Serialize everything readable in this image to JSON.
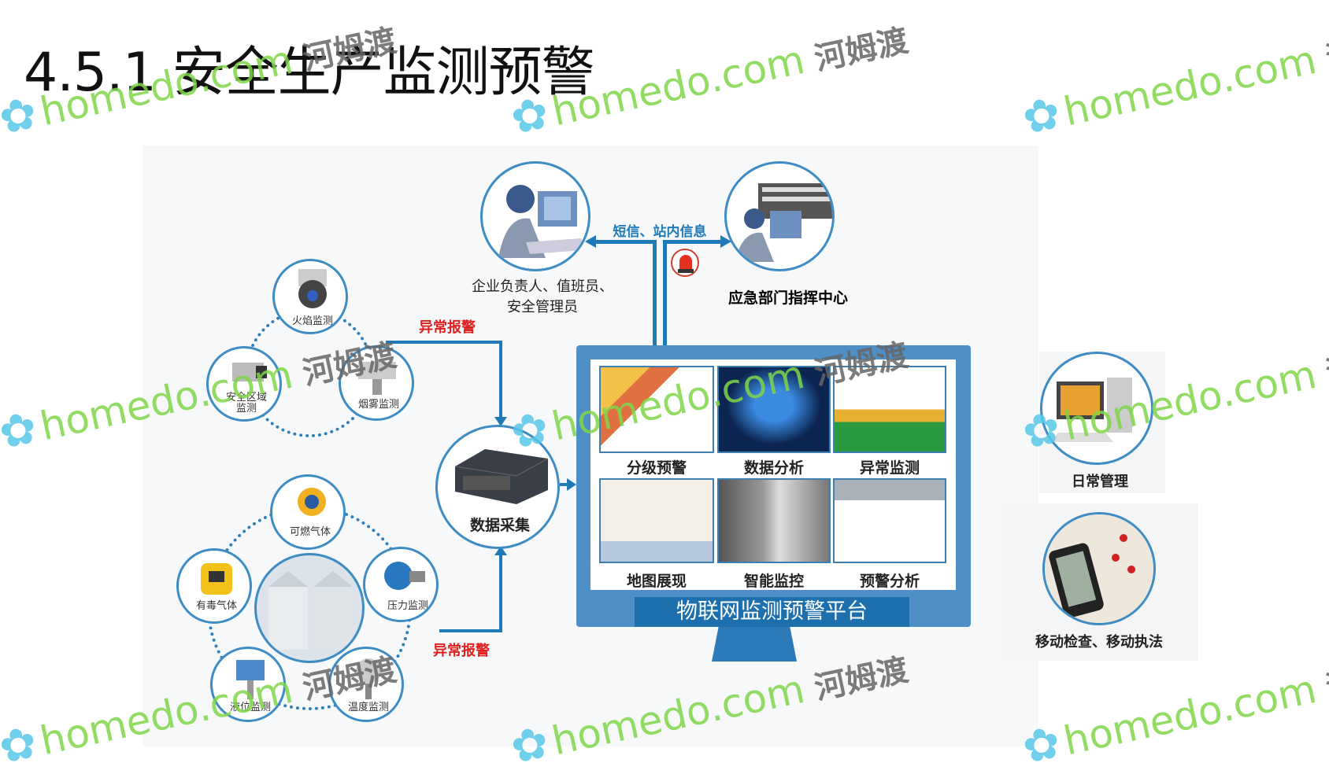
{
  "title": "4.5.1 安全生产监测预警",
  "people": {
    "enterprise_label_line1": "企业负责人、值班员、",
    "enterprise_label_line2": "安全管理员",
    "emergency_label": "应急部门指挥中心",
    "notify_label": "短信、站内信息"
  },
  "alarm_labels": {
    "top": "异常报警",
    "bottom": "异常报警"
  },
  "top_sensors": [
    {
      "label": "火焰监测"
    },
    {
      "label": "安全区域\n监测"
    },
    {
      "label": "烟雾监测"
    }
  ],
  "bottom_sensors": [
    {
      "label": "可燃气体"
    },
    {
      "label": "有毒气体"
    },
    {
      "label": "压力监测"
    },
    {
      "label": "液位监测"
    },
    {
      "label": "温度监测"
    }
  ],
  "collector": {
    "label": "数据采集"
  },
  "platform": {
    "title": "物联网监测预警平台",
    "tiles": [
      {
        "label": "分级预警"
      },
      {
        "label": "数据分析"
      },
      {
        "label": "异常监测"
      },
      {
        "label": "地图展现"
      },
      {
        "label": "智能监控"
      },
      {
        "label": "预警分析"
      }
    ]
  },
  "right": {
    "daily": "日常管理",
    "mobile": "移动检查、移动执法"
  },
  "watermark": {
    "text": "homedo.com",
    "cn": "河姆渡"
  },
  "colors": {
    "accent": "#1f7ab8",
    "alarm": "#e02020",
    "band": "#1d6fae"
  }
}
